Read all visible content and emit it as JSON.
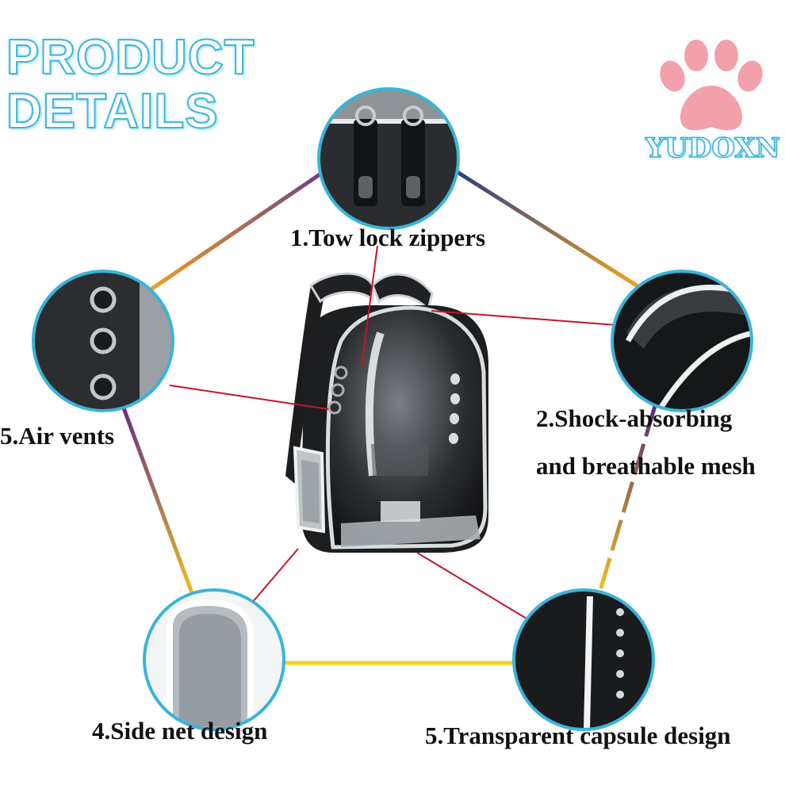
{
  "header": {
    "title_line1": "PRODUCT",
    "title_line2": "DETAILS"
  },
  "brand": {
    "name": "YUDOXN",
    "paw_color": "#f2a0aa"
  },
  "features": [
    {
      "label": "1.Tow lock zippers"
    },
    {
      "label": "2.Shock-absorbing",
      "label_line2": "and breathable mesh"
    },
    {
      "label": "5.Transparent capsule design"
    },
    {
      "label": "4.Side net design"
    },
    {
      "label": "5.Air vents"
    }
  ],
  "colors": {
    "ring": "#3ab3d9",
    "pointer_line": "#c4152a",
    "heading_outline": "#3fb6d8"
  }
}
